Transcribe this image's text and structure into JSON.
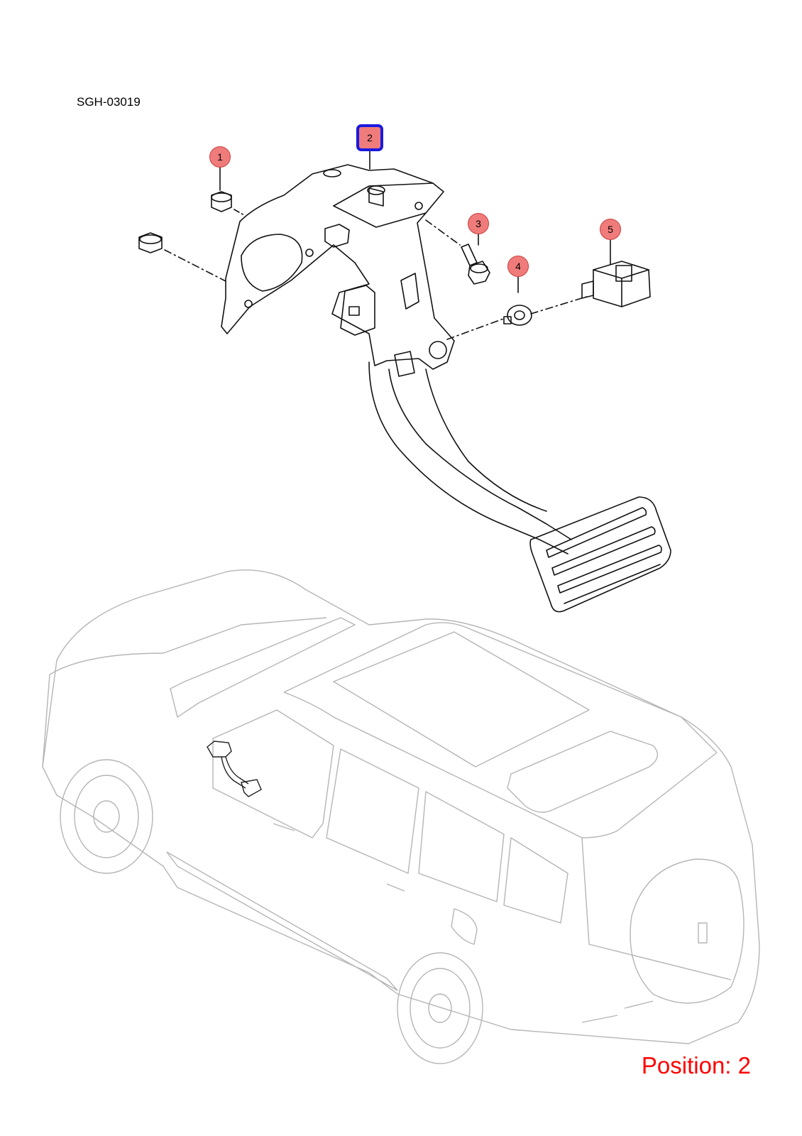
{
  "diagram_id": "SGH-03019",
  "callouts": [
    {
      "number": "1",
      "selected": false
    },
    {
      "number": "2",
      "selected": true
    },
    {
      "number": "3",
      "selected": false
    },
    {
      "number": "4",
      "selected": false
    },
    {
      "number": "5",
      "selected": false
    }
  ],
  "position_label": "Position: 2",
  "colors": {
    "callout_fill": "#f07b7b",
    "selection_border": "#1a1adf",
    "position_text": "#ff0000"
  }
}
